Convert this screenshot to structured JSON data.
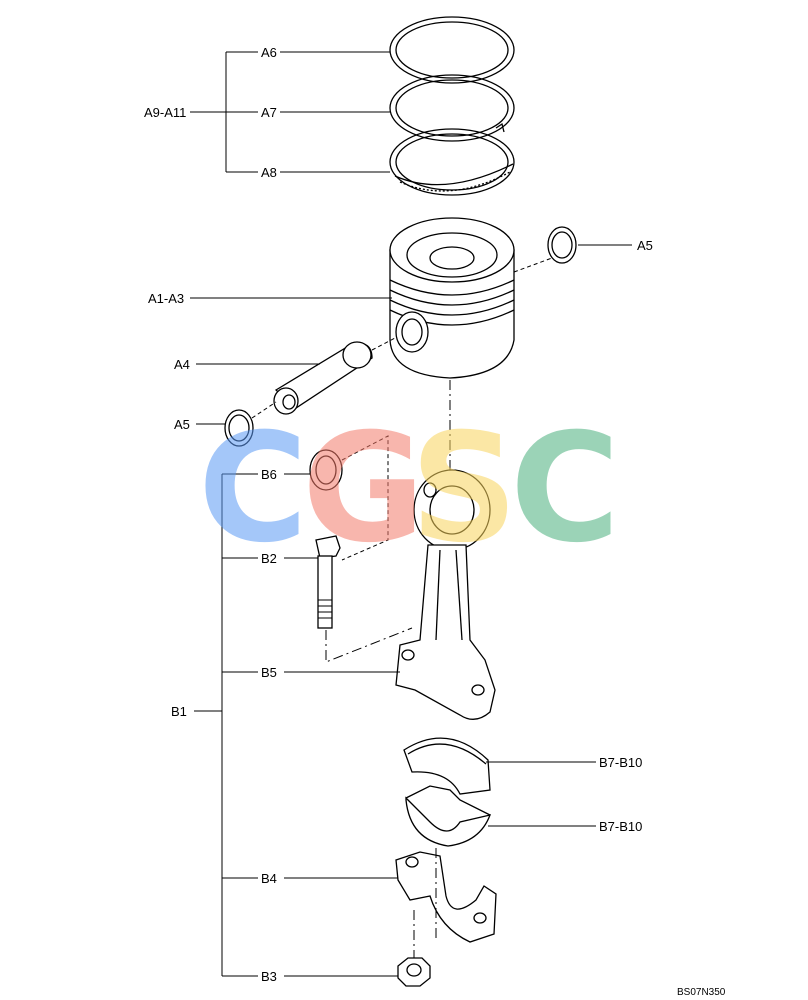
{
  "labels": {
    "a6": "A6",
    "a7": "A7",
    "a8": "A8",
    "a9_a11": "A9-A11",
    "a5_top": "A5",
    "a1_a3": "A1-A3",
    "a4": "A4",
    "a5_left": "A5",
    "b6": "B6",
    "b2": "B2",
    "b5": "B5",
    "b1": "B1",
    "b7_b10_top": "B7-B10",
    "b7_b10_bottom": "B7-B10",
    "b4": "B4",
    "b3": "B3"
  },
  "watermark": {
    "letters": [
      "C",
      "G",
      "S",
      "C"
    ],
    "colors": [
      "#5b9af5",
      "#f47b6b",
      "#f9d45c",
      "#4bb07e"
    ]
  },
  "drawing_code": "BS07N350"
}
